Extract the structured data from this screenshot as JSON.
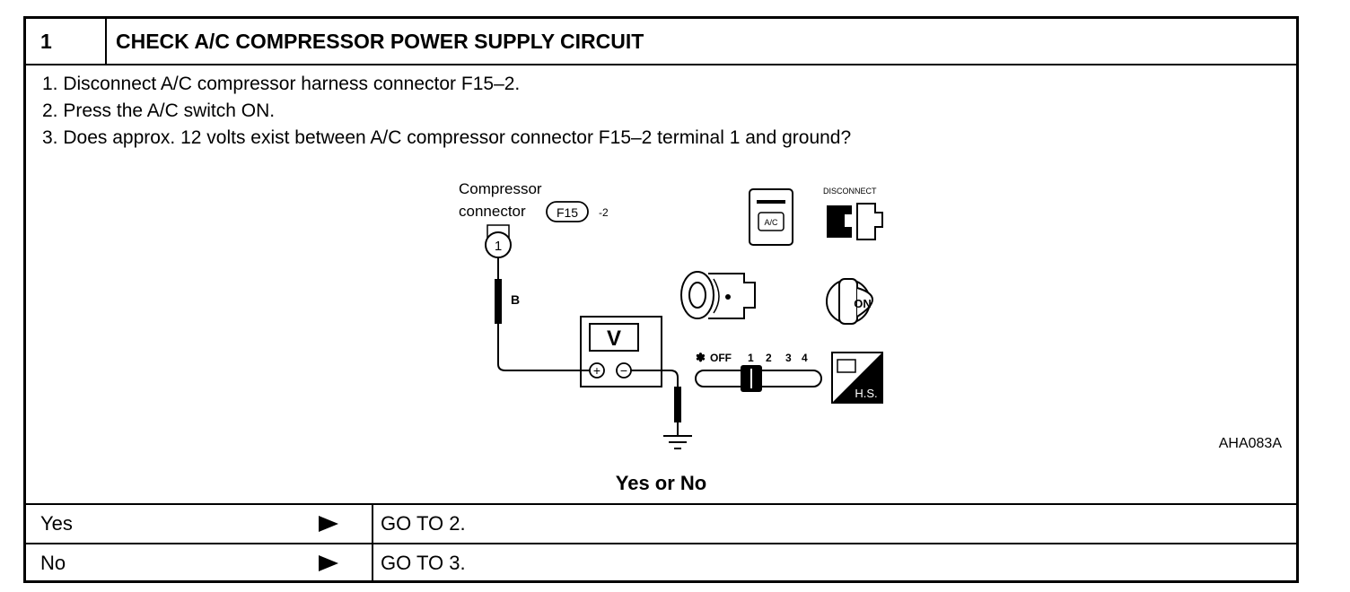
{
  "header": {
    "number": "1",
    "title": "CHECK A/C COMPRESSOR POWER SUPPLY CIRCUIT"
  },
  "steps": [
    "1.  Disconnect A/C compressor harness connector F15–2.",
    "2.  Press the A/C switch ON.",
    "3.  Does approx. 12 volts exist between A/C compressor connector F15–2 terminal 1 and ground?"
  ],
  "figure": {
    "connector_label_1": "Compressor",
    "connector_label_2": "connector",
    "connector_code": "F15",
    "connector_suffix": "-2",
    "terminal": "1",
    "wire_color": "B",
    "meter_symbol": "V",
    "plus": "+",
    "minus": "−",
    "ac_button": "A/C",
    "disconnect_label": "DISCONNECT",
    "ignition_label": "ON",
    "fan_labels": [
      "OFF",
      "1",
      "2",
      "3",
      "4"
    ],
    "hs_label": "H.S.",
    "figure_code": "AHA083A"
  },
  "question": "Yes or No",
  "answers": [
    {
      "answer": "Yes",
      "action": "GO TO 2."
    },
    {
      "answer": "No",
      "action": "GO TO 3."
    }
  ]
}
